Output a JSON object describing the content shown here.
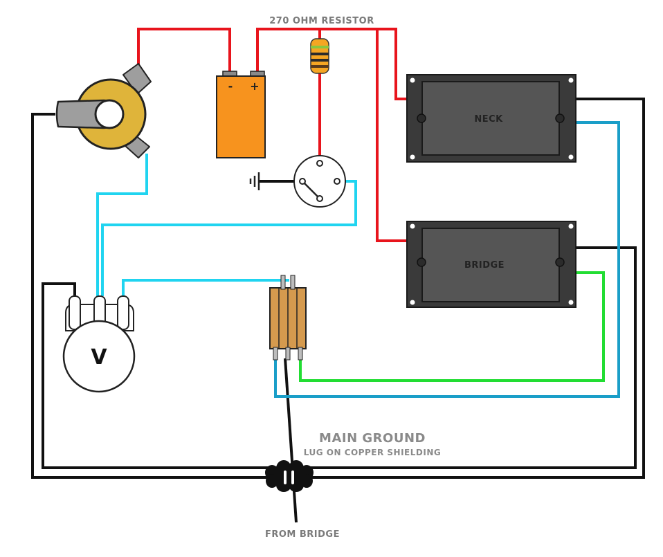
{
  "labels": {
    "resistor": "270 OHM RESISTOR",
    "neck": "NECK",
    "bridge": "BRIDGE",
    "volume": "V",
    "battery_minus": "-",
    "battery_plus": "+",
    "main_ground": "MAIN GROUND",
    "main_ground_sub": "LUG ON COPPER SHIELDING",
    "from_bridge": "FROM BRIDGE"
  },
  "colors": {
    "positive_wire": "#e8141c",
    "signal_wire": "#20d4f0",
    "pickup_wire": "#1a9ec8",
    "bridge_hot_wire": "#22dd33",
    "ground_wire": "#111111",
    "battery": "#f7931e",
    "jack_ring": "#dfb43a",
    "pickup": "#3a3a3a",
    "capacitor": "#d59a4e"
  }
}
